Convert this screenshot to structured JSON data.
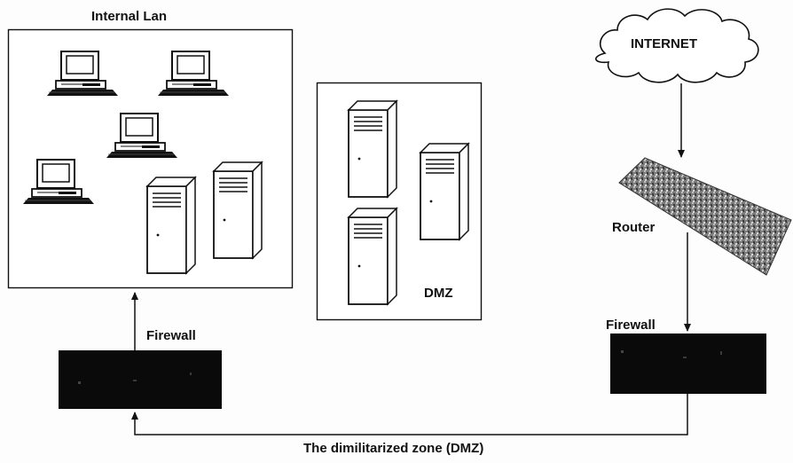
{
  "labels": {
    "internal_lan": "Internal Lan",
    "dmz": "DMZ",
    "internet": "INTERNET",
    "router": "Router",
    "firewall_left": "Firewall",
    "firewall_right": "Firewall",
    "caption": "The dimilitarized zone (DMZ)"
  },
  "nodes": {
    "internal_lan": {
      "workstations": 4,
      "servers": 2
    },
    "dmz": {
      "servers": 3
    }
  },
  "connections": [
    {
      "from": "internet",
      "to": "router",
      "directed": true
    },
    {
      "from": "router",
      "to": "firewall_right",
      "directed": true
    },
    {
      "from": "firewall_right",
      "to": "firewall_left",
      "directed": true
    },
    {
      "from": "firewall_left",
      "to": "internal_lan",
      "directed": true
    }
  ],
  "colors": {
    "ink": "#111111",
    "firewall_fill": "#0a0a0a",
    "router_fill": "#8a8a8a",
    "device_fill": "#ffffff"
  },
  "icons": [
    "workstation-icon",
    "server-icon",
    "router-icon",
    "firewall-icon",
    "cloud-icon"
  ]
}
